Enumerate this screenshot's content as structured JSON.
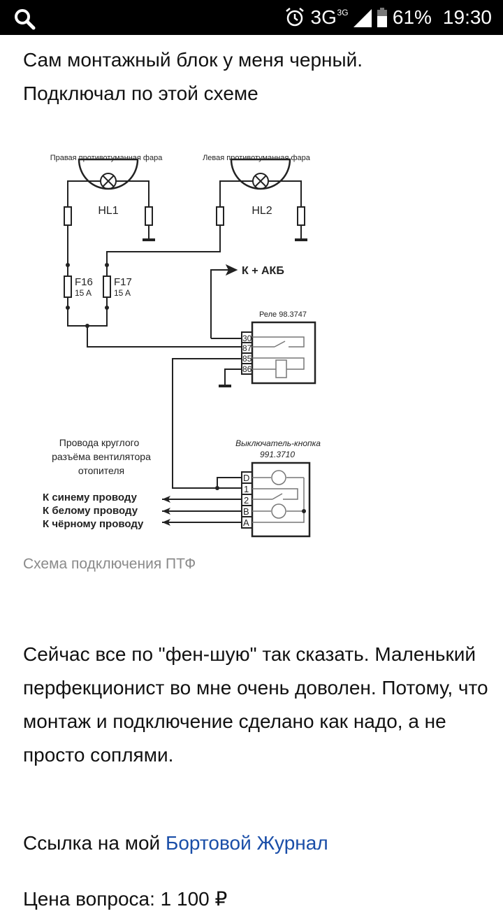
{
  "status_bar": {
    "search_icon": "search-icon",
    "alarm_icon": "alarm-icon",
    "network": "3G",
    "network_sup": "3G",
    "battery": "61%",
    "time": "19:30"
  },
  "post": {
    "intro": "Сам монтажный блок у меня черный. Подключал по этой схеме",
    "figure": {
      "labels": {
        "right_lamp": "Правая противотуманная фара",
        "left_lamp": "Левая противотуманная фара",
        "hl1": "HL1",
        "hl2": "HL2",
        "f16": "F16",
        "f16_rating": "15 A",
        "f17": "F17",
        "f17_rating": "15 A",
        "battery": "К + АКБ",
        "relay": "Реле 98.3747",
        "relay_pins": [
          "30",
          "87",
          "85",
          "86"
        ],
        "switch_title": "Выключатель-кнопка",
        "switch_model": "991.3710",
        "switch_pins": [
          "D",
          "1",
          "2",
          "B",
          "A"
        ],
        "heater_line1": "Провода круглого",
        "heater_line2": "разъёма вентилятора",
        "heater_line3": "отопителя",
        "wire_blue": "К синему проводу",
        "wire_white": "К белому проводу",
        "wire_black": "К чёрному проводу"
      },
      "caption": "Схема подключения ПТФ"
    },
    "body": "Сейчас все по \"фен-шую\" так сказать. Маленький перфекционист во мне очень доволен. Потому, что монтаж и подключение сделано как надо, а не просто соплями.",
    "link_prefix": "Ссылка на мой ",
    "link_text": "Бортовой Журнал",
    "link_color": "#1a4ea8",
    "cutoff_line": "Цена вопроса: 1 100 ₽"
  }
}
